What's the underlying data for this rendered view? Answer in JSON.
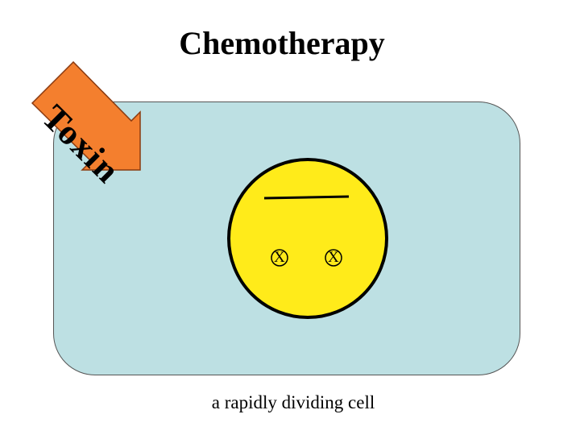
{
  "diagram": {
    "title": "Chemotherapy",
    "arrow_label": "Toxin",
    "caption": "a rapidly dividing cell",
    "chromosome_labels": [
      "X",
      "X"
    ],
    "colors": {
      "cell_fill": "#bde0e3",
      "nucleus_fill": "#ffeb1a",
      "arrow_fill": "#f47f2e"
    }
  }
}
